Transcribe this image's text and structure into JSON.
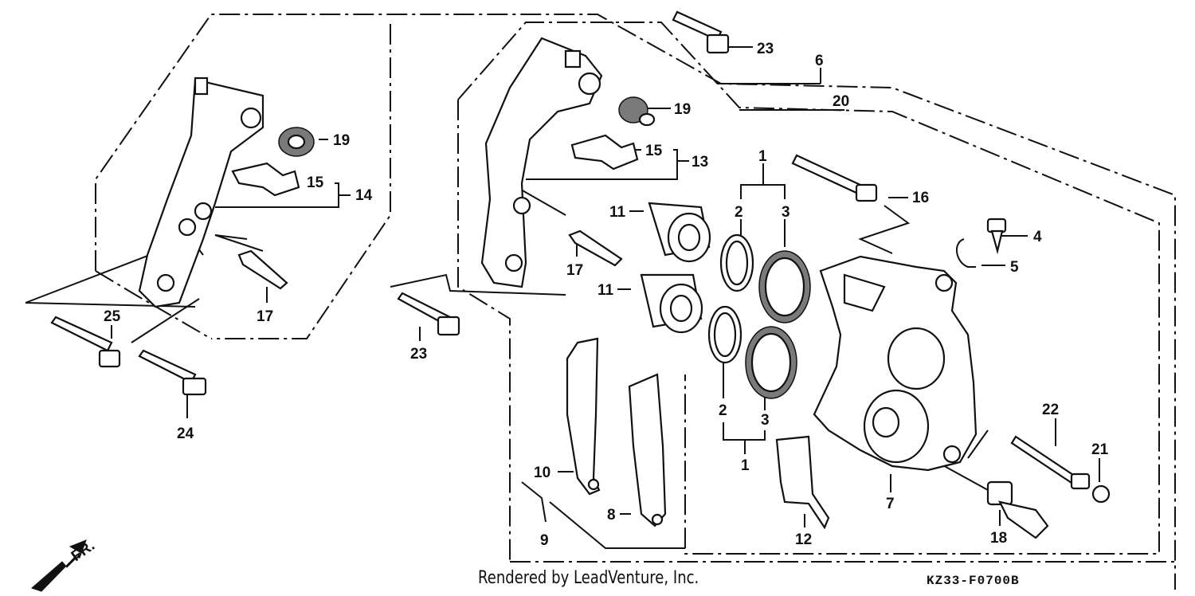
{
  "diagram": {
    "footer_text": "Rendered by LeadVenture, Inc.",
    "diagram_code": "KZ33-F0700B",
    "direction_label": "FR.",
    "callouts": [
      {
        "id": "c23a",
        "label": "23"
      },
      {
        "id": "c6",
        "label": "6"
      },
      {
        "id": "c20",
        "label": "20"
      },
      {
        "id": "c19a",
        "label": "19"
      },
      {
        "id": "c19b",
        "label": "19"
      },
      {
        "id": "c15a",
        "label": "15"
      },
      {
        "id": "c13",
        "label": "13"
      },
      {
        "id": "c15b",
        "label": "15"
      },
      {
        "id": "c14",
        "label": "14"
      },
      {
        "id": "c1a",
        "label": "1"
      },
      {
        "id": "c2a",
        "label": "2"
      },
      {
        "id": "c3a",
        "label": "3"
      },
      {
        "id": "c16",
        "label": "16"
      },
      {
        "id": "c4",
        "label": "4"
      },
      {
        "id": "c5",
        "label": "5"
      },
      {
        "id": "c11a",
        "label": "11"
      },
      {
        "id": "c11b",
        "label": "11"
      },
      {
        "id": "c17a",
        "label": "17"
      },
      {
        "id": "c17b",
        "label": "17"
      },
      {
        "id": "c25",
        "label": "25"
      },
      {
        "id": "c23b",
        "label": "23"
      },
      {
        "id": "c24",
        "label": "24"
      },
      {
        "id": "c2b",
        "label": "2"
      },
      {
        "id": "c3b",
        "label": "3"
      },
      {
        "id": "c1b",
        "label": "1"
      },
      {
        "id": "c22",
        "label": "22"
      },
      {
        "id": "c21",
        "label": "21"
      },
      {
        "id": "c10",
        "label": "10"
      },
      {
        "id": "c8",
        "label": "8"
      },
      {
        "id": "c9",
        "label": "9"
      },
      {
        "id": "c12",
        "label": "12"
      },
      {
        "id": "c7",
        "label": "7"
      },
      {
        "id": "c18",
        "label": "18"
      }
    ]
  }
}
